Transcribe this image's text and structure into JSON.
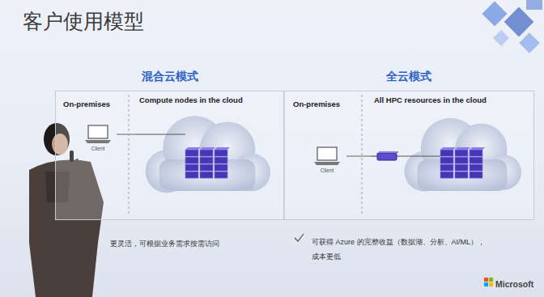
{
  "diagram": {
    "title": "客户使用模型",
    "nodes": [
      {
        "text": [
          "混合云模式"
        ]
      },
      {
        "text": [
          "Client"
        ],
        "in": 0
      },
      {
        "text": [
          "Compute nodes in the cloud"
        ],
        "in": 0
      },
      {
        "text": [
          "全云模式"
        ]
      },
      {
        "text": [
          "Client"
        ],
        "in": 3
      },
      {
        "text": [
          "All HPC resources in the cloud"
        ],
        "in": 3
      }
    ],
    "edges": [
      {
        "from": 1,
        "to": 2,
        "arrow": "none"
      },
      {
        "from": 4,
        "to": 5,
        "arrow": "none"
      }
    ],
    "labels": [
      "On-premises",
      "On-premises",
      "更灵活，可根据业务需求按需访问",
      "可获得 Azure 的完整收益（数据湖、分析、AI/ML）， 成本更低",
      "Microsoft"
    ]
  }
}
